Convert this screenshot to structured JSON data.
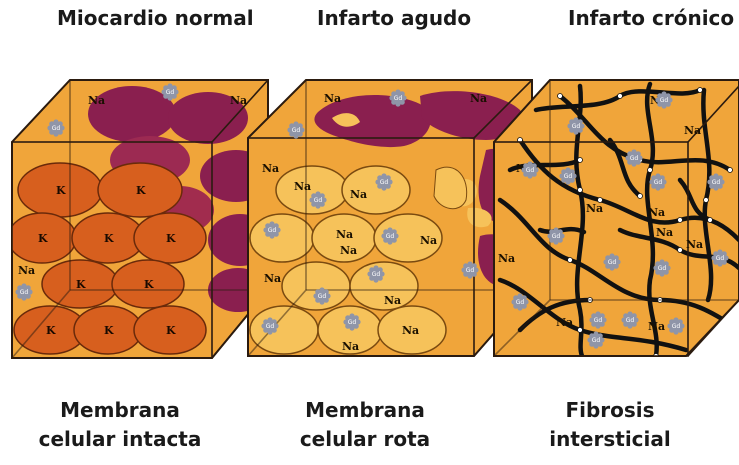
{
  "panels": [
    {
      "title": "Miocardio normal",
      "caption": [
        "Membrana",
        "celular intacta"
      ]
    },
    {
      "title": "Infarto agudo",
      "caption": [
        "Membrana",
        "celular rota"
      ]
    },
    {
      "title": "Infarto crónico",
      "caption": [
        "Fibrosis",
        "intersticial"
      ]
    }
  ],
  "labels": {
    "na": "Na",
    "k": "K",
    "gd": "Gd"
  },
  "colors": {
    "interstitium": "#f0a53a",
    "cube_edge": "#2b1b0f",
    "normal_cell": "#d75f1e",
    "acute_cell": "#f6c25a",
    "back_cell": "#8a1f4f",
    "fibrosis": "#111111",
    "gd_marker": "#8f95a8"
  },
  "icons": [
    "gadolinium-marker-icon",
    "fibrosis-strand-icon"
  ]
}
